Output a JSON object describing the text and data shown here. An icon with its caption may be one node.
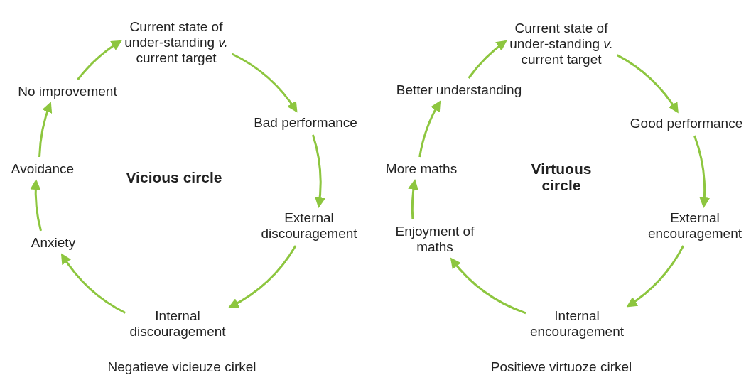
{
  "diagram": {
    "nodes": [
      {
        "text": [
          "Current state of under-standing *v.* current target"
        ]
      },
      {
        "text": [
          "Bad performance"
        ]
      },
      {
        "text": [
          "External discouragement"
        ]
      },
      {
        "text": [
          "Internal discouragement"
        ]
      },
      {
        "text": [
          "Anxiety"
        ]
      },
      {
        "text": [
          "Avoidance"
        ]
      },
      {
        "text": [
          "No improvement"
        ]
      },
      {
        "text": [
          "Current state of under-standing *v.* current target"
        ]
      },
      {
        "text": [
          "Good performance"
        ]
      },
      {
        "text": [
          "External encouragement"
        ]
      },
      {
        "text": [
          "Internal encouragement"
        ]
      },
      {
        "text": [
          "Enjoyment of maths"
        ]
      },
      {
        "text": [
          "More maths"
        ]
      },
      {
        "text": [
          "Better understanding"
        ]
      }
    ],
    "edges": [
      {
        "from": 0,
        "to": 1,
        "arrow": "to"
      },
      {
        "from": 1,
        "to": 2,
        "arrow": "to"
      },
      {
        "from": 2,
        "to": 3,
        "arrow": "to"
      },
      {
        "from": 3,
        "to": 4,
        "arrow": "to"
      },
      {
        "from": 4,
        "to": 5,
        "arrow": "to"
      },
      {
        "from": 5,
        "to": 6,
        "arrow": "to"
      },
      {
        "from": 6,
        "to": 0,
        "arrow": "to"
      },
      {
        "from": 7,
        "to": 8,
        "arrow": "to"
      },
      {
        "from": 8,
        "to": 9,
        "arrow": "to"
      },
      {
        "from": 9,
        "to": 10,
        "arrow": "to"
      },
      {
        "from": 10,
        "to": 11,
        "arrow": "to"
      },
      {
        "from": 11,
        "to": 12,
        "arrow": "to"
      },
      {
        "from": 12,
        "to": 13,
        "arrow": "to"
      },
      {
        "from": 13,
        "to": 7,
        "arrow": "to"
      }
    ],
    "labels": [
      "Vicious circle",
      "Virtuous circle",
      "Negatieve vicieuze cirkel",
      "Positieve virtuoze cirkel"
    ]
  }
}
